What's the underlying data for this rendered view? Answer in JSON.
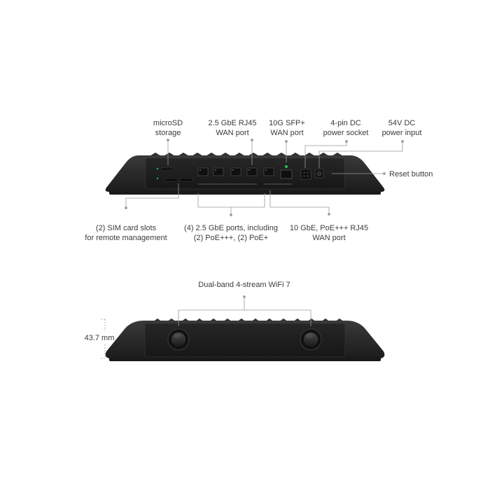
{
  "callouts_top": {
    "microsd": {
      "line1": "microSD",
      "line2": "storage"
    },
    "rj45_wan": {
      "line1": "2.5 GbE RJ45",
      "line2": "WAN port"
    },
    "sfp_wan": {
      "line1": "10G SFP+",
      "line2": "WAN port"
    },
    "dc_socket": {
      "line1": "4-pin DC",
      "line2": "power socket"
    },
    "dc_input": {
      "line1": "54V DC",
      "line2": "power input"
    },
    "reset": {
      "line1": "Reset button"
    }
  },
  "callouts_bottom": {
    "sim": {
      "line1": "(2) SIM card slots",
      "line2": "for remote management"
    },
    "lan_ports": {
      "line1": "(4) 2.5 GbE ports, including",
      "line2": "(2) PoE+++, (2) PoE+"
    },
    "poe_wan": {
      "line1": "10 GbE, PoE+++ RJ45",
      "line2": "WAN port"
    }
  },
  "antenna_view": {
    "wifi": {
      "line1": "Dual-band 4-stream WiFi 7"
    },
    "height": {
      "line1": "43.7 mm"
    }
  },
  "colors": {
    "body": "#2b2b2b",
    "panel": "#1e1e1e",
    "leader": "#9a9a9a",
    "led": "#27c24c"
  }
}
